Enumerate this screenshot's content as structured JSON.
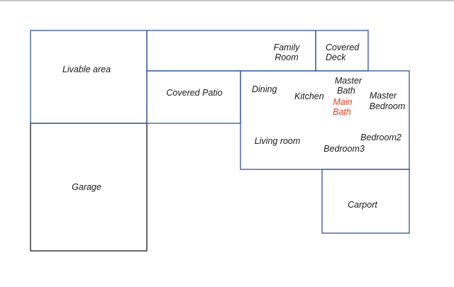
{
  "areas": {
    "livable_area": "Livable area",
    "garage": "Garage",
    "covered_patio": "Covered Patio",
    "family_room": [
      "Family",
      "Room"
    ],
    "covered_deck": [
      "Covered",
      "Deck"
    ],
    "dining": "Dining",
    "kitchen": "Kitchen",
    "master_bath": [
      "Master",
      "Bath"
    ],
    "main_bath": [
      "Main",
      "Bath"
    ],
    "master_bedroom": [
      "Master",
      "Bedroom"
    ],
    "living_room": "Living room",
    "bedroom2": "Bedroom2",
    "bedroom3": "Bedroom3",
    "carport": "Carport"
  },
  "colors": {
    "wall_blue": "#2f5597",
    "wall_dark": "#1a1a1a",
    "highlight_red": "#e0442a"
  }
}
